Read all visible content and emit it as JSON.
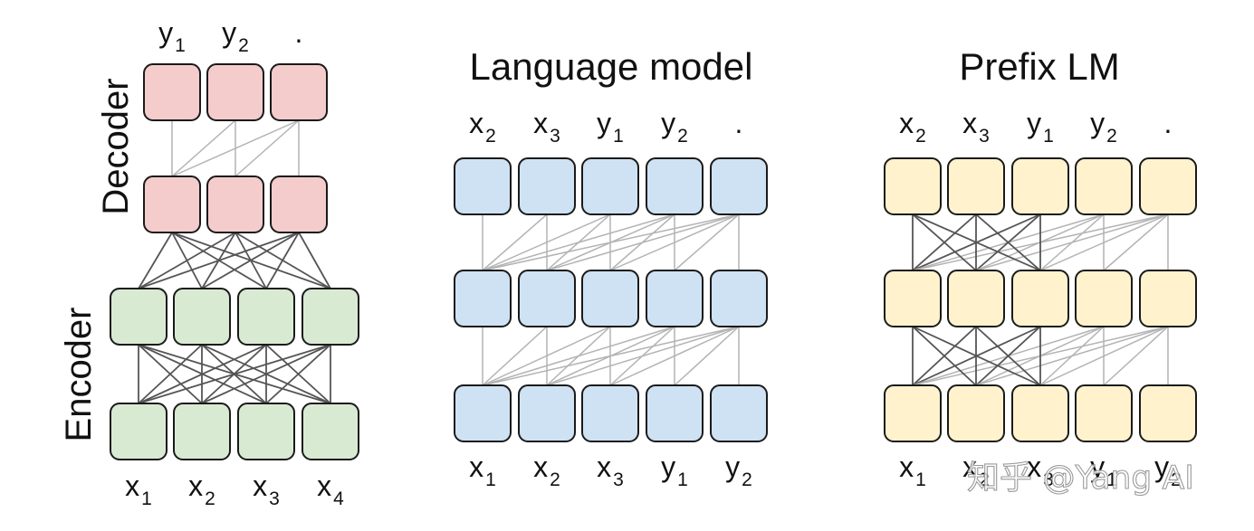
{
  "colors": {
    "decoder": "#f4cccc",
    "encoder": "#d9ead3",
    "lm": "#cfe2f3",
    "prefix": "#fff2cc",
    "box_stroke": "#1a1a1a",
    "edge_dark": "#555555",
    "edge_light": "#b3b3b3"
  },
  "panels": [
    {
      "id": "encoder-decoder",
      "title": "",
      "side_labels": {
        "decoder": "Decoder",
        "encoder": "Encoder"
      },
      "outputs": [
        {
          "base": "y",
          "sub": "1"
        },
        {
          "base": "y",
          "sub": "2"
        },
        {
          "base": ".",
          "sub": ""
        }
      ],
      "inputs": [
        {
          "base": "x",
          "sub": "1"
        },
        {
          "base": "x",
          "sub": "2"
        },
        {
          "base": "x",
          "sub": "3"
        },
        {
          "base": "x",
          "sub": "4"
        }
      ]
    },
    {
      "id": "language-model",
      "title": "Language model",
      "outputs": [
        {
          "base": "x",
          "sub": "2"
        },
        {
          "base": "x",
          "sub": "3"
        },
        {
          "base": "y",
          "sub": "1"
        },
        {
          "base": "y",
          "sub": "2"
        },
        {
          "base": ".",
          "sub": ""
        }
      ],
      "inputs": [
        {
          "base": "x",
          "sub": "1"
        },
        {
          "base": "x",
          "sub": "2"
        },
        {
          "base": "x",
          "sub": "3"
        },
        {
          "base": "y",
          "sub": "1"
        },
        {
          "base": "y",
          "sub": "2"
        }
      ]
    },
    {
      "id": "prefix-lm",
      "title": "Prefix LM",
      "prefix_length": 3,
      "outputs": [
        {
          "base": "x",
          "sub": "2"
        },
        {
          "base": "x",
          "sub": "3"
        },
        {
          "base": "y",
          "sub": "1"
        },
        {
          "base": "y",
          "sub": "2"
        },
        {
          "base": ".",
          "sub": ""
        }
      ],
      "inputs": [
        {
          "base": "x",
          "sub": "1"
        },
        {
          "base": "x",
          "sub": "2"
        },
        {
          "base": "x",
          "sub": "3"
        },
        {
          "base": "y",
          "sub": "1"
        },
        {
          "base": "y",
          "sub": "2"
        }
      ]
    }
  ],
  "watermark": "知乎 @Yang AI"
}
